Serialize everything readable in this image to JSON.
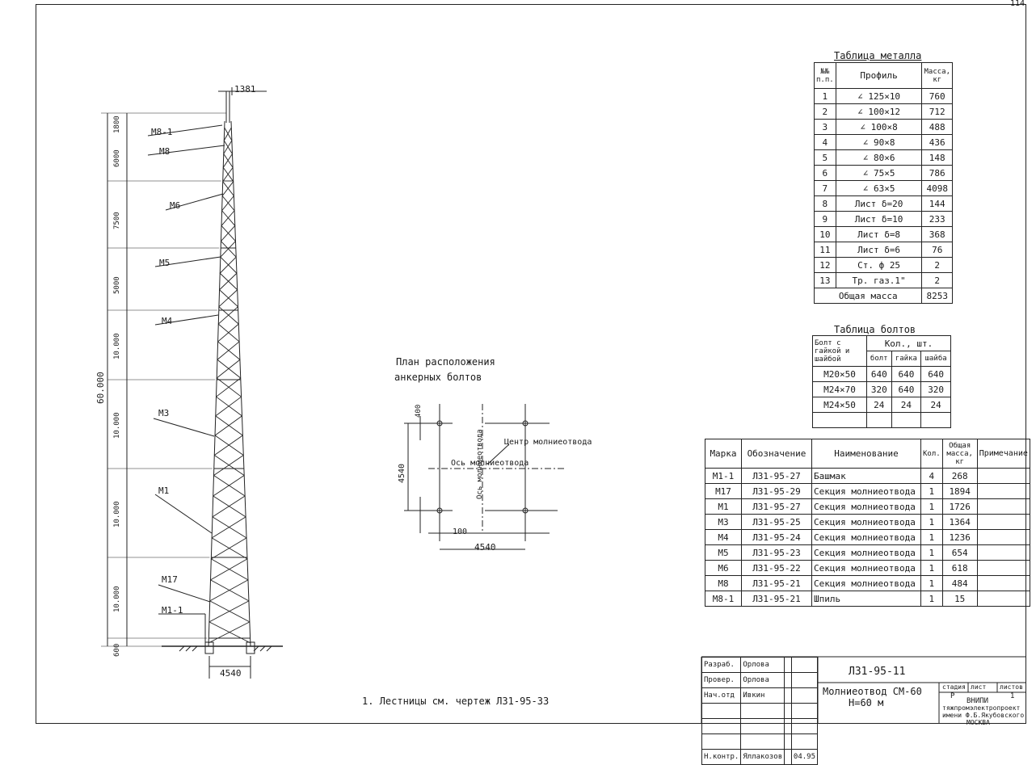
{
  "sheet_number": "114",
  "tower": {
    "dim_top": "1381",
    "dim_total": "60.000",
    "dim_base": "4540",
    "segments": [
      "1800",
      "6000",
      "7500",
      "5000",
      "10.000",
      "10.000",
      "10.000",
      "10.000",
      "600"
    ],
    "labels": [
      "М8-1",
      "М8",
      "М6",
      "М5",
      "М4",
      "М3",
      "М1",
      "М17",
      "М1-1"
    ]
  },
  "anchor_plan": {
    "title_line1": "План расположения",
    "title_line2": "анкерных болтов",
    "center_label": "Центр молниеотвода",
    "axis_label": "Ось молниеотвода",
    "axis_label_vertical": "Ось молниеотвода",
    "dim_left": "4540",
    "dim_bottom": "4540",
    "dim_100": "100",
    "dim_small": "400"
  },
  "metal_table": {
    "title": "Таблица металла",
    "headers": [
      "№№ п.п.",
      "Профиль",
      "Масса, кг"
    ],
    "rows": [
      [
        "1",
        "∠ 125×10",
        "760"
      ],
      [
        "2",
        "∠ 100×12",
        "712"
      ],
      [
        "3",
        "∠ 100×8",
        "488"
      ],
      [
        "4",
        "∠ 90×8",
        "436"
      ],
      [
        "5",
        "∠ 80×6",
        "148"
      ],
      [
        "6",
        "∠ 75×5",
        "786"
      ],
      [
        "7",
        "∠ 63×5",
        "4098"
      ],
      [
        "8",
        "Лист δ=20",
        "144"
      ],
      [
        "9",
        "Лист δ=10",
        "233"
      ],
      [
        "10",
        "Лист δ=8",
        "368"
      ],
      [
        "11",
        "Лист δ=6",
        "76"
      ],
      [
        "12",
        "Ст. ф 25",
        "2"
      ],
      [
        "13",
        "Тр. газ.1\"",
        "2"
      ]
    ],
    "total_label": "Общая масса",
    "total_value": "8253"
  },
  "bolts_table": {
    "title": "Таблица болтов",
    "h_bolt": "Болт с гайкой и шайбой",
    "h_qty": "Кол., шт.",
    "h_sub": [
      "болт",
      "гайка",
      "шайба"
    ],
    "rows": [
      [
        "М20×50",
        "640",
        "640",
        "640"
      ],
      [
        "М24×70",
        "320",
        "640",
        "320"
      ],
      [
        "М24×50",
        "24",
        "24",
        "24"
      ]
    ]
  },
  "spec_table": {
    "headers": [
      "Марка",
      "Обозначение",
      "Наименование",
      "Кол.",
      "Общая масса, кг",
      "Примечание"
    ],
    "rows": [
      [
        "М1-1",
        "Л31-95-27",
        "Башмак",
        "4",
        "268",
        ""
      ],
      [
        "М17",
        "Л31-95-29",
        "Секция молниеотвода",
        "1",
        "1894",
        ""
      ],
      [
        "М1",
        "Л31-95-27",
        "Секция молниеотвода",
        "1",
        "1726",
        ""
      ],
      [
        "М3",
        "Л31-95-25",
        "Секция молниеотвода",
        "1",
        "1364",
        ""
      ],
      [
        "М4",
        "Л31-95-24",
        "Секция молниеотвода",
        "1",
        "1236",
        ""
      ],
      [
        "М5",
        "Л31-95-23",
        "Секция молниеотвода",
        "1",
        "654",
        ""
      ],
      [
        "М6",
        "Л31-95-22",
        "Секция молниеотвода",
        "1",
        "618",
        ""
      ],
      [
        "М8",
        "Л31-95-21",
        "Секция молниеотвода",
        "1",
        "484",
        ""
      ],
      [
        "М8-1",
        "Л31-95-21",
        "Шпиль",
        "1",
        "15",
        ""
      ]
    ]
  },
  "note": "1. Лестницы см. чертеж Л31-95-33",
  "title_block": {
    "roles": [
      "Разраб.",
      "Провер.",
      "Нач.отд",
      "",
      "",
      "",
      "Н.контр."
    ],
    "names": [
      "Орлова",
      "Орлова",
      "Ивкин",
      "",
      "",
      "",
      "Яллакозов"
    ],
    "date": "04.95",
    "doc_code": "Л31-95-11",
    "title_line1": "Молниеотвод СМ-60",
    "title_line2": "Н=60 м",
    "stage_h": [
      "стадия",
      "лист",
      "листов"
    ],
    "stage_v": [
      "Р",
      "",
      "1"
    ],
    "org_line1": "ВНИПИ",
    "org_line2": "тяжпромэлектропроект",
    "org_line3": "имени Ф.Б.Якубовского",
    "org_line4": "МОСКВА"
  }
}
